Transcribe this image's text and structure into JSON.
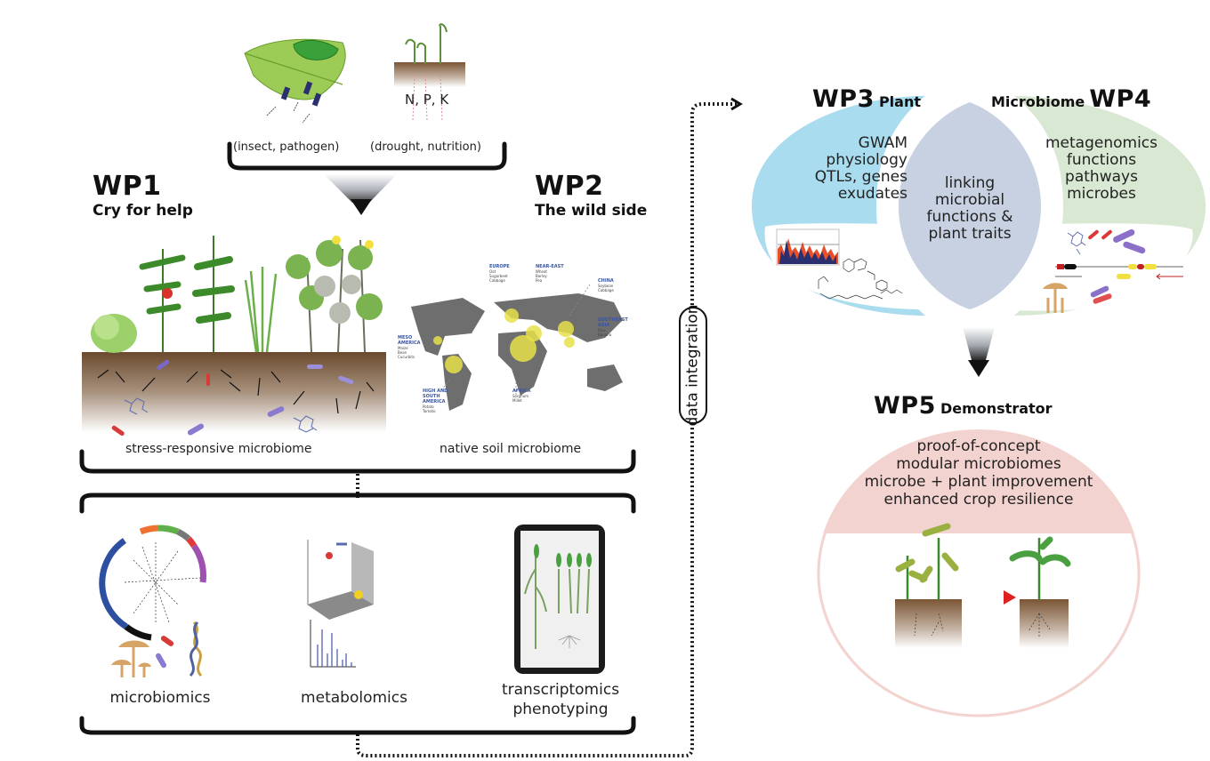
{
  "colors": {
    "plant_blue": "#a9dcee",
    "microbiome_green": "#d9e8d2",
    "overlap_grey": "#c7d1e1",
    "demonstrator_pink": "#f3d3cf",
    "soil_brown": "#6b4a2e",
    "map_grey": "#6e6e6e",
    "map_yellow": "#e7e04a",
    "bracket_black": "#111111"
  },
  "stressors": {
    "biotic_label": "(insect, pathogen)",
    "abiotic_label": "(drought, nutrition)",
    "nutrients_label": "N, P, K"
  },
  "wp1": {
    "number": "WP1",
    "title": "Cry for help",
    "caption": "stress-responsive microbiome"
  },
  "wp2": {
    "number": "WP2",
    "title": "The wild side",
    "caption": "native soil microbiome",
    "map_regions": [
      {
        "name": "EUROPE",
        "crops": [
          "Oat",
          "Sugarbeet",
          "Cabbage"
        ]
      },
      {
        "name": "NEAR-EAST",
        "crops": [
          "Wheat",
          "Barley",
          "Pea"
        ]
      },
      {
        "name": "CHINA",
        "crops": [
          "Soybean",
          "Cabbage"
        ]
      },
      {
        "name": "SOUTHEAST ASIA",
        "crops": [
          "Rice",
          "Banana"
        ]
      },
      {
        "name": "MESO AMERICA",
        "crops": [
          "Maize",
          "Bean",
          "Cucurbits"
        ]
      },
      {
        "name": "HIGH AND SOUTH AMERICA",
        "crops": [
          "Potato",
          "Tomato"
        ]
      },
      {
        "name": "AFRICA",
        "crops": [
          "Sorghum",
          "Millet"
        ]
      }
    ]
  },
  "omics": {
    "items": [
      {
        "label": "microbiomics"
      },
      {
        "label": "metabolomics"
      },
      {
        "label": "transcriptomics",
        "label2": "phenotyping"
      }
    ]
  },
  "integration": {
    "label": "data integration"
  },
  "wp3": {
    "number": "WP3",
    "title": "Plant",
    "lines": [
      "GWAM",
      "physiology",
      "QTLs, genes",
      "exudates"
    ]
  },
  "wp4": {
    "number": "WP4",
    "title": "Microbiome",
    "lines": [
      "metagenomics",
      "functions",
      "pathways",
      "microbes"
    ]
  },
  "overlap": {
    "lines": [
      "linking",
      "microbial",
      "functions &",
      "plant traits"
    ]
  },
  "wp5": {
    "number": "WP5",
    "title": "Demonstrator",
    "lines": [
      "proof-of-concept",
      "modular microbiomes",
      "microbe + plant improvement",
      "enhanced crop resilience"
    ]
  }
}
